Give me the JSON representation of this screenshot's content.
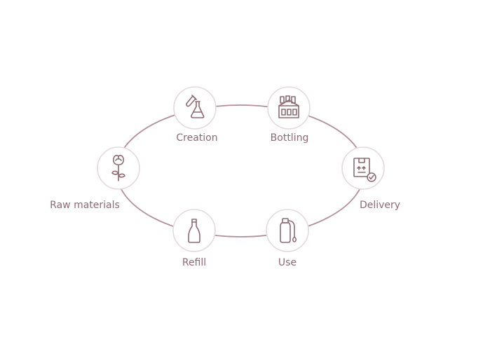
{
  "colors": {
    "accent": "#8e6a74",
    "ring": "#b48f98",
    "circle_border": "#e4dadc",
    "background": "#ffffff"
  },
  "steps": [
    {
      "label": "Raw materials",
      "icon": "rose-icon"
    },
    {
      "label": "Creation",
      "icon": "lab-flask-icon"
    },
    {
      "label": "Bottling",
      "icon": "factory-icon"
    },
    {
      "label": "Delivery",
      "icon": "package-check-icon"
    },
    {
      "label": "Use",
      "icon": "spray-bottle-icon"
    },
    {
      "label": "Refill",
      "icon": "perfume-bottle-icon"
    }
  ]
}
